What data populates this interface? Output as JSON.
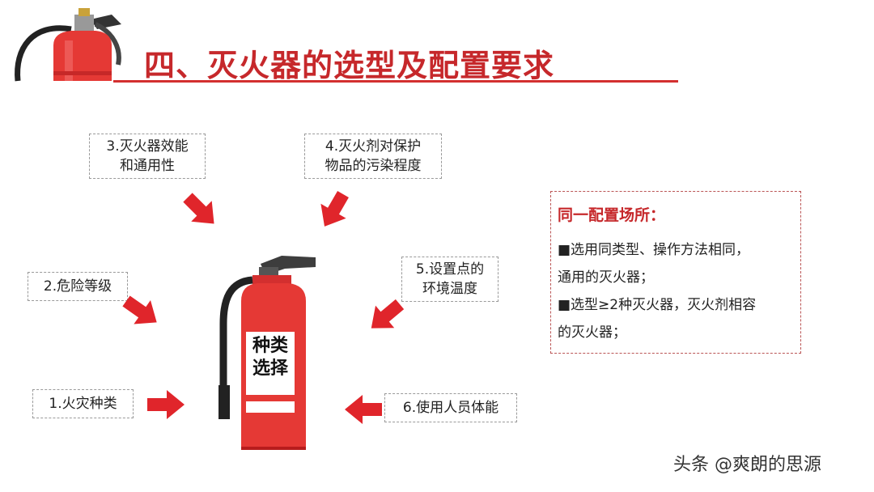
{
  "title": "四、灭火器的选型及配置要求",
  "factors": {
    "f1": "1.火灾种类",
    "f2": "2.危险等级",
    "f3_line1": "3.灭火器效能",
    "f3_line2": "和通用性",
    "f4_line1": "4.灭火剂对保护",
    "f4_line2": "物品的污染程度",
    "f5_line1": "5.设置点的",
    "f5_line2": "环境温度",
    "f6": "6.使用人员体能"
  },
  "extinguisher_label_line1": "种类",
  "extinguisher_label_line2": "选择",
  "info_box": {
    "heading": "同一配置场所：",
    "lines": [
      "■选用同类型、操作方法相同，",
      "通用的灭火器；",
      "■选型≥2种灭火器，灭火剂相容",
      "的灭火器；"
    ]
  },
  "watermark": "头条 @爽朗的思源",
  "colors": {
    "accent": "#d32f2f",
    "title": "#c6282b",
    "extinguisher": "#e53935"
  }
}
